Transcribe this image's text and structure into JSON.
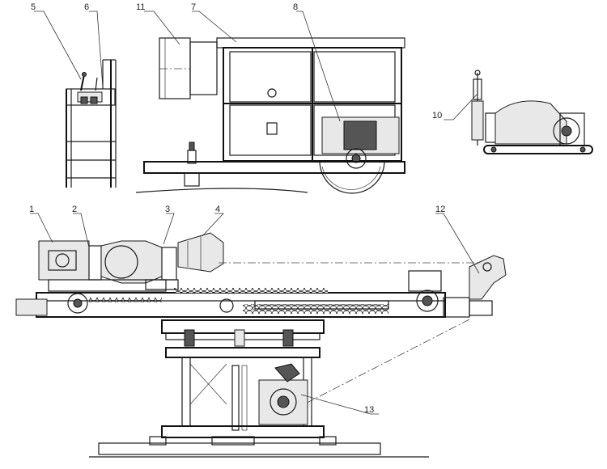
{
  "callouts": {
    "c1": "1",
    "c2": "2",
    "c3": "3",
    "c4": "4",
    "c5": "5",
    "c6": "6",
    "c7": "7",
    "c8": "8",
    "c10": "10",
    "c11": "11",
    "c12": "12",
    "c13": "13"
  }
}
